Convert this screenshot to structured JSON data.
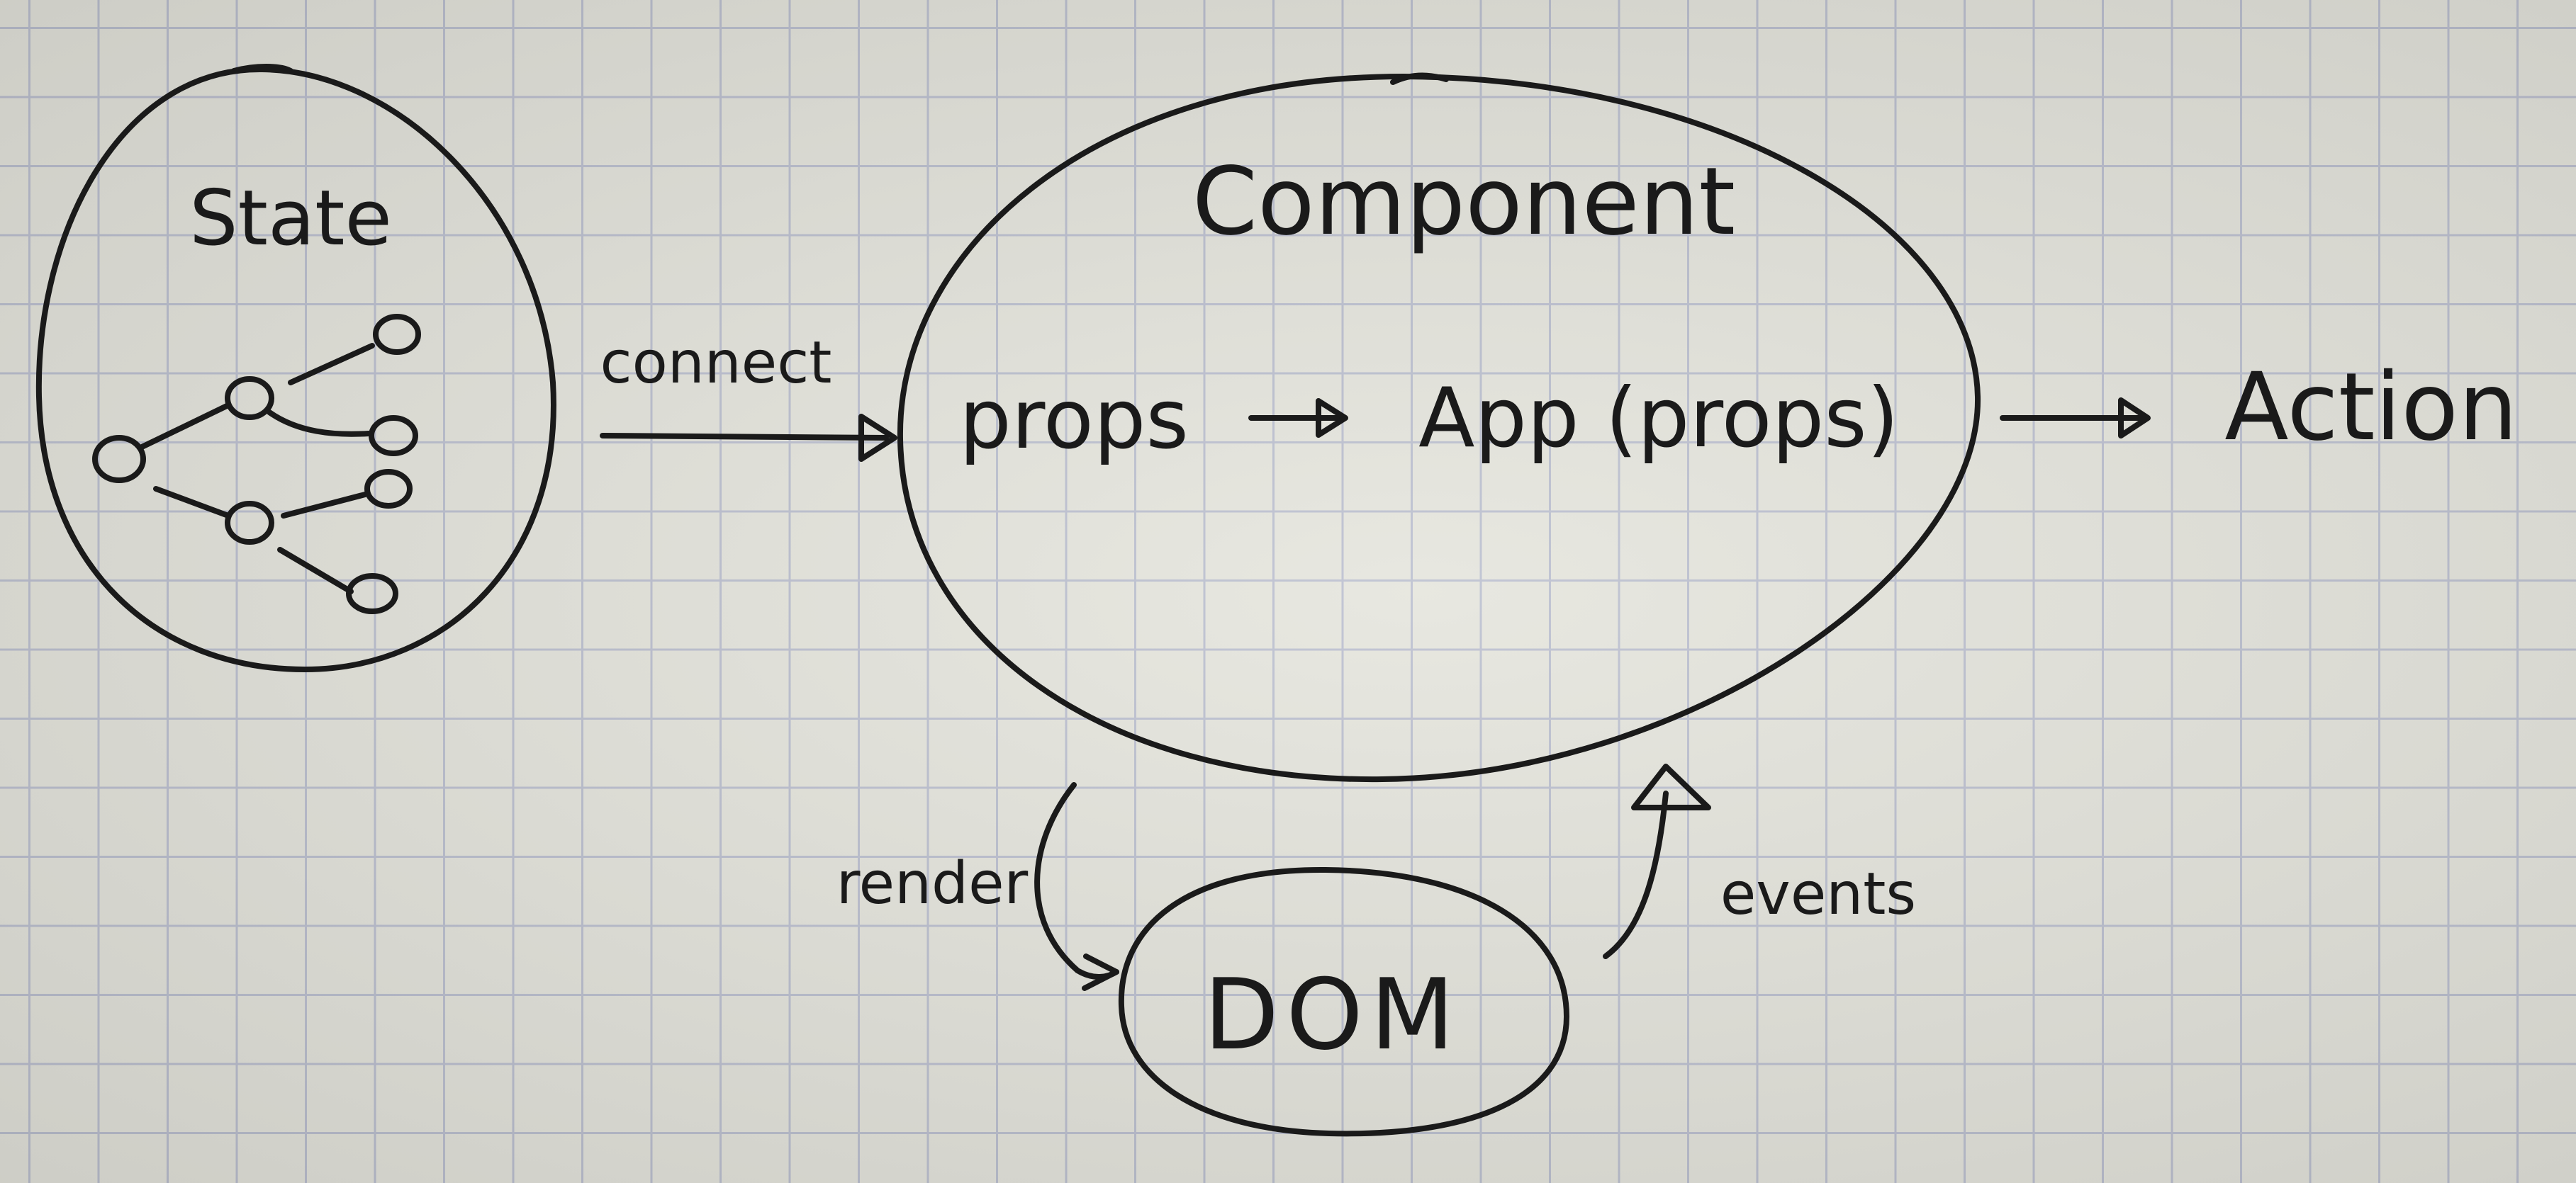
{
  "diagram": {
    "state": {
      "label": "State"
    },
    "component": {
      "label": "Component"
    },
    "props": {
      "label": "props"
    },
    "app": {
      "label": "App (props)"
    },
    "action": {
      "label": "Action"
    },
    "dom": {
      "label": "DOM"
    },
    "edges": {
      "connect": {
        "label": "connect"
      },
      "render": {
        "label": "render"
      },
      "events": {
        "label": "events"
      }
    }
  }
}
